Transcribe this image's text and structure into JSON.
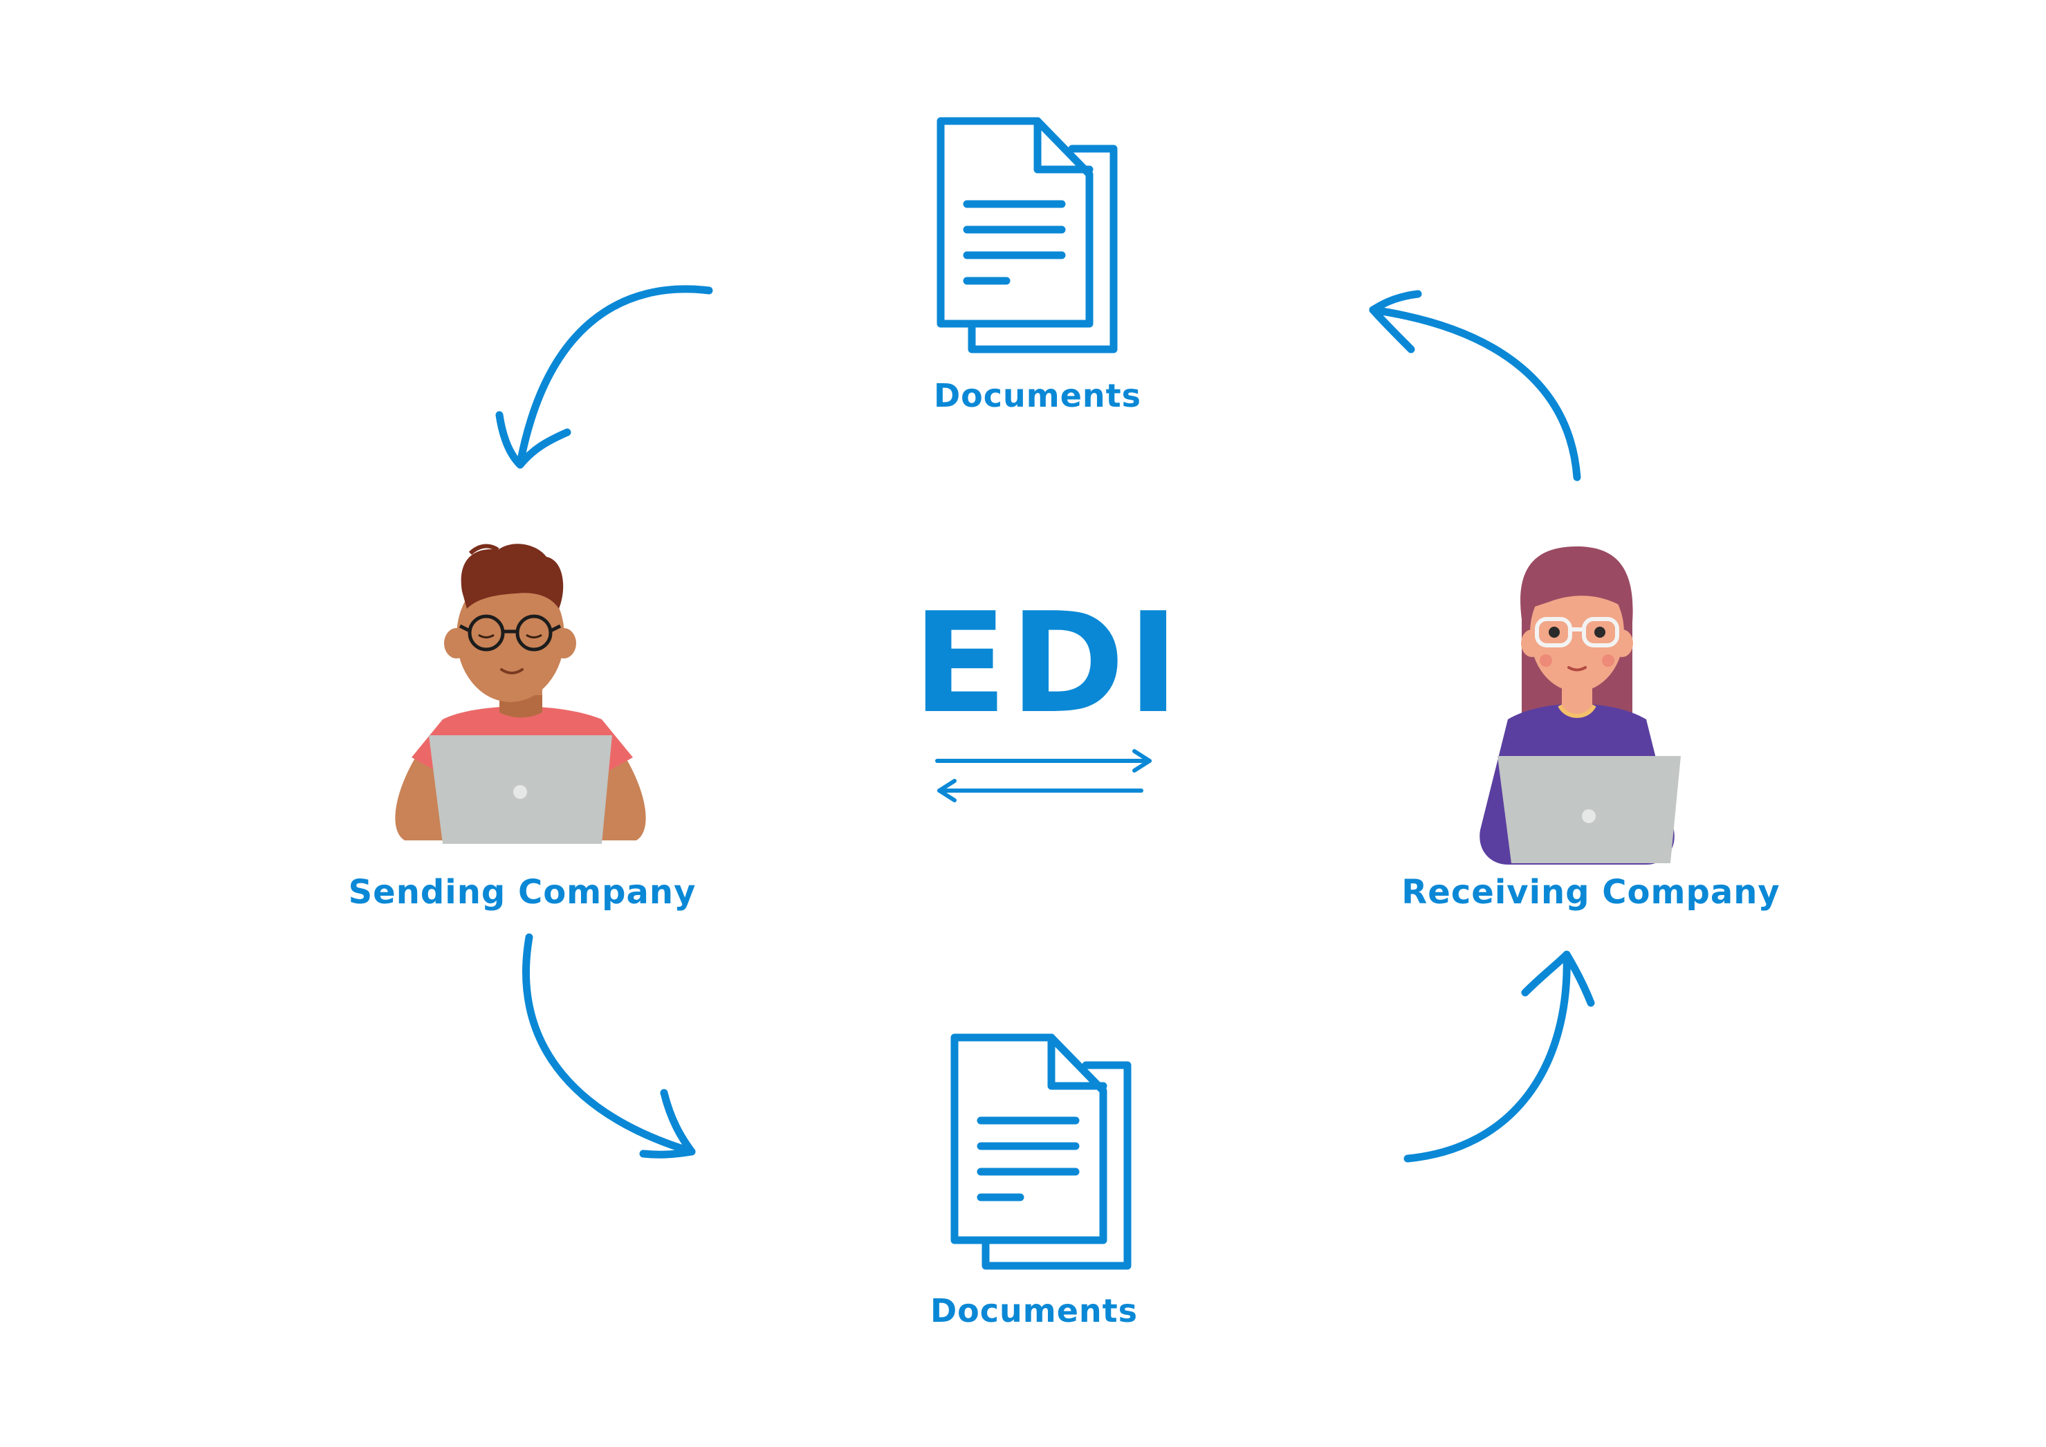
{
  "title": "EDI",
  "labels": {
    "documents_top": "Documents",
    "documents_bottom": "Documents",
    "sending_company": "Sending Company",
    "receiving_company": "Receiving Company"
  },
  "colors": {
    "accent": "#0a88d6",
    "sender_shirt": "#ec6868",
    "sender_skin": "#c98357",
    "sender_hair": "#7a2e1c",
    "receiver_hair": "#9a4b63",
    "receiver_shirt": "#5b3fa0",
    "receiver_skin": "#f2a789",
    "laptop": "#c2c6c4"
  },
  "icons": {
    "documents_top": "documents-icon",
    "documents_bottom": "documents-icon",
    "exchange": "bidirectional-arrows-icon",
    "sender": "man-with-laptop-illustration",
    "receiver": "woman-with-laptop-illustration"
  }
}
